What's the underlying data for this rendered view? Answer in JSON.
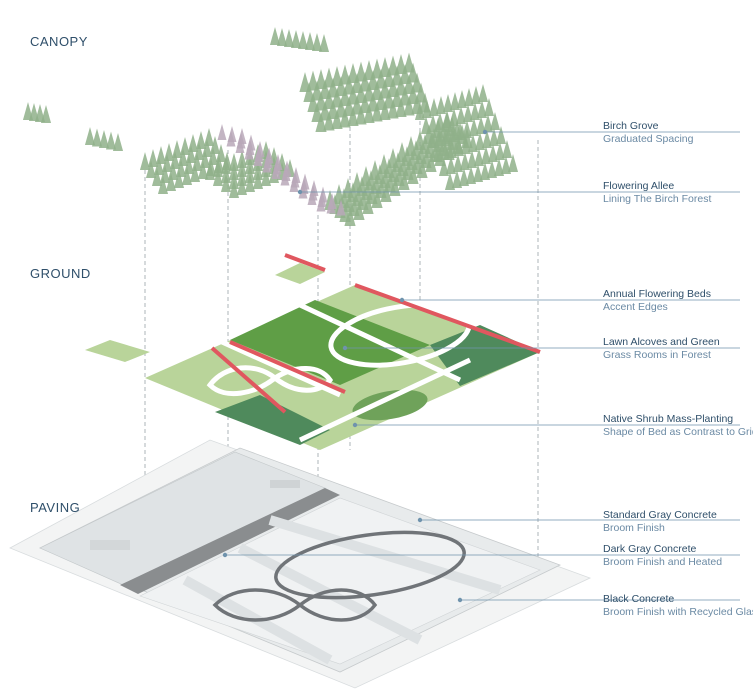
{
  "layers": [
    {
      "id": "canopy",
      "title": "CANOPY"
    },
    {
      "id": "ground",
      "title": "GROUND"
    },
    {
      "id": "paving",
      "title": "PAVING"
    }
  ],
  "callouts": [
    {
      "id": "birch-grove",
      "title": "Birch Grove",
      "subtitle": "Graduated Spacing"
    },
    {
      "id": "flowering-allee",
      "title": "Flowering Allee",
      "subtitle": "Lining The Birch Forest"
    },
    {
      "id": "annual-beds",
      "title": "Annual Flowering Beds",
      "subtitle": "Accent Edges"
    },
    {
      "id": "lawn-alcoves",
      "title": "Lawn Alcoves and Green",
      "subtitle": "Grass Rooms in Forest"
    },
    {
      "id": "native-shrub",
      "title": "Native Shrub Mass-Planting",
      "subtitle": "Shape of Bed as Contrast to Grid"
    },
    {
      "id": "standard-concrete",
      "title": "Standard Gray Concrete",
      "subtitle": "Broom Finish"
    },
    {
      "id": "dark-concrete",
      "title": "Dark Gray Concrete",
      "subtitle": "Broom Finish and Heated"
    },
    {
      "id": "black-concrete",
      "title": "Black Concrete",
      "subtitle": "Broom Finish with Recycled Glass"
    }
  ],
  "colors": {
    "label_title": "#2f4f6a",
    "label_sub": "#6b8aa4",
    "leader": "#6f93ad",
    "tree": "#8fb08a",
    "flower_tree": "#b9a8b8",
    "lawn": "#5f9e46",
    "lawn_light": "#b9d49a",
    "shrub": "#4f8a5c",
    "accent_bed": "#e0575f",
    "concrete": "#e6e9ea",
    "concrete_dark": "#8a8d8f",
    "concrete_black": "#707478"
  }
}
